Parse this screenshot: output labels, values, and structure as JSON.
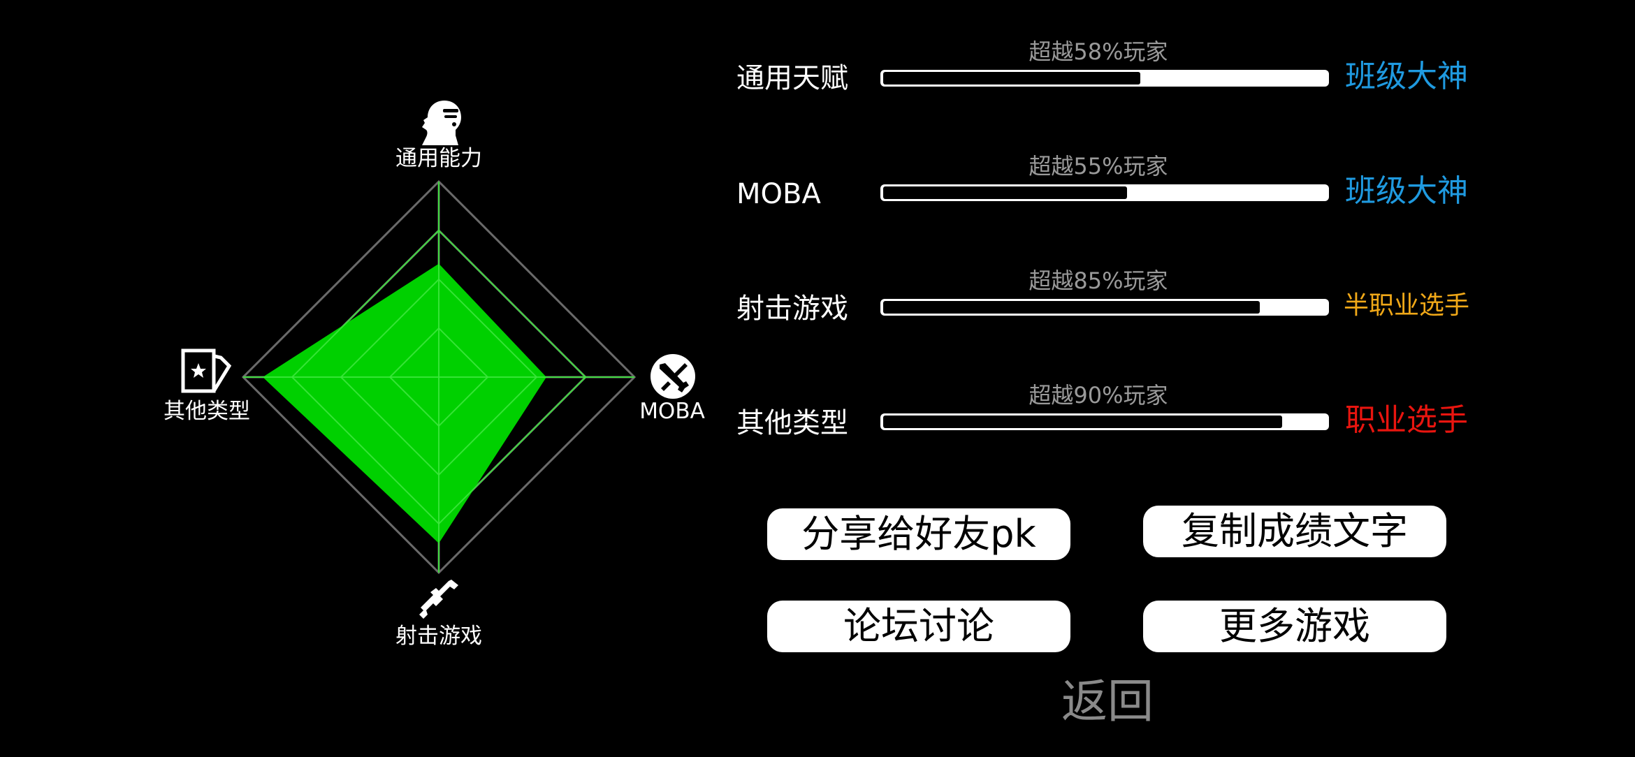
{
  "radar": {
    "axes": [
      {
        "key": "top",
        "label": "通用能力",
        "icon": "head-icon",
        "value": 0.58
      },
      {
        "key": "right",
        "label": "MOBA",
        "icon": "moba-swords-icon",
        "value": 0.55
      },
      {
        "key": "bottom",
        "label": "射击游戏",
        "icon": "gun-icon",
        "value": 0.85
      },
      {
        "key": "left",
        "label": "其他类型",
        "icon": "cards-icon",
        "value": 0.9
      }
    ],
    "fill_color": "#00d000",
    "grid_color": "#6a6a6a"
  },
  "stats": [
    {
      "label": "通用天赋",
      "caption": "超越58%玩家",
      "percent": 58,
      "rank": "班级大神",
      "rank_color": "#1f9ae0"
    },
    {
      "label": "MOBA",
      "caption": "超越55%玩家",
      "percent": 55,
      "rank": "班级大神",
      "rank_color": "#1f9ae0"
    },
    {
      "label": "射击游戏",
      "caption": "超越85%玩家",
      "percent": 85,
      "rank": "半职业选手",
      "rank_color": "#f0a818"
    },
    {
      "label": "其他类型",
      "caption": "超越90%玩家",
      "percent": 90,
      "rank": "职业选手",
      "rank_color": "#e8150f"
    }
  ],
  "buttons": {
    "share": "分享给好友pk",
    "copy": "复制成绩文字",
    "forum": "论坛讨论",
    "more": "更多游戏"
  },
  "back": "返回"
}
